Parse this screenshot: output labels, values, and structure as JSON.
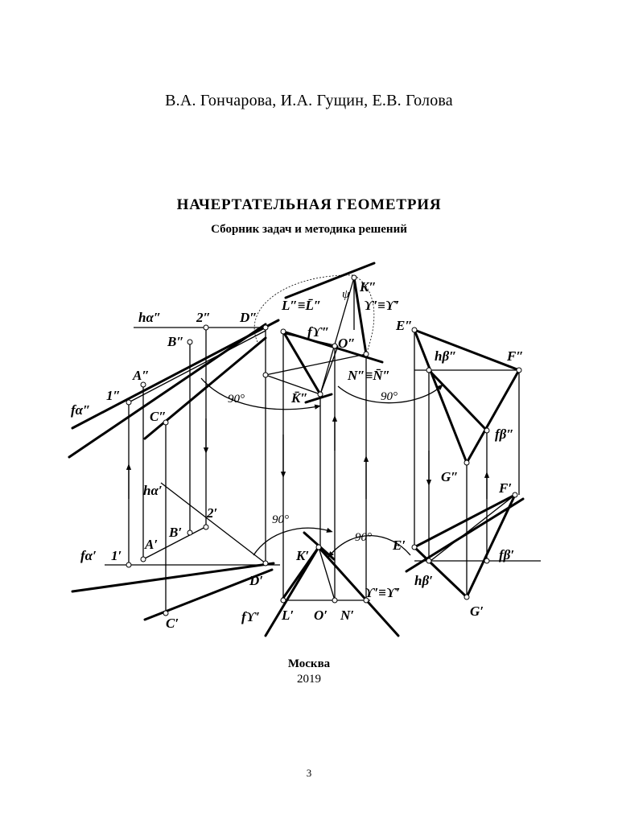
{
  "authors": "В.А. Гончарова,   И.А. Гущин,   Е.В. Голова",
  "title": "НАЧЕРТАТЕЛЬНАЯ ГЕОМЕТРИЯ",
  "subtitle": "Сборник задач и методика решений",
  "city": "Москва",
  "year": "2019",
  "page_number": "3",
  "figure": {
    "labels": {
      "h_alpha_2": "hα″",
      "two_2": "2″",
      "D_2": "D″",
      "B_2": "B″",
      "A_2": "A″",
      "one_2": "1″",
      "f_alpha_2": "fα″",
      "C_2": "C″",
      "L_eq_L_2": "L″≡L̄″",
      "K_2_top": "K″",
      "psi": "ψ",
      "gamma_eq_2": "ϒ′≡ϒ̄′",
      "f_gamma_2": "fϒ″",
      "O_2": "O″",
      "N_eq_N_2": "N″≡N̄″",
      "K_2_bar": "K̄″",
      "angle_90_a": "90°",
      "angle_90_b": "90°",
      "E_2": "E″",
      "h_beta_2": "hβ″",
      "F_2": "F″",
      "f_beta_2": "fβ″",
      "G_2": "G″",
      "h_alpha_1": "hα′",
      "two_1": "2′",
      "B_1": "B′",
      "A_1": "A′",
      "f_alpha_1": "fα′",
      "one_1": "1′",
      "D_1": "D′",
      "C_1": "C′",
      "angle_90_c": "90°",
      "K_1": "K′",
      "angle_90_d": "90°",
      "gamma_eq_1": "ϒ′≡ϒ̄′",
      "f_gamma_1": "fϒ′",
      "L_1": "L′",
      "O_1": "O′",
      "N_1": "N′",
      "F_1": "F′",
      "E_1": "E′",
      "f_beta_1": "fβ′",
      "h_beta_1": "hβ′",
      "G_1": "G′"
    }
  }
}
